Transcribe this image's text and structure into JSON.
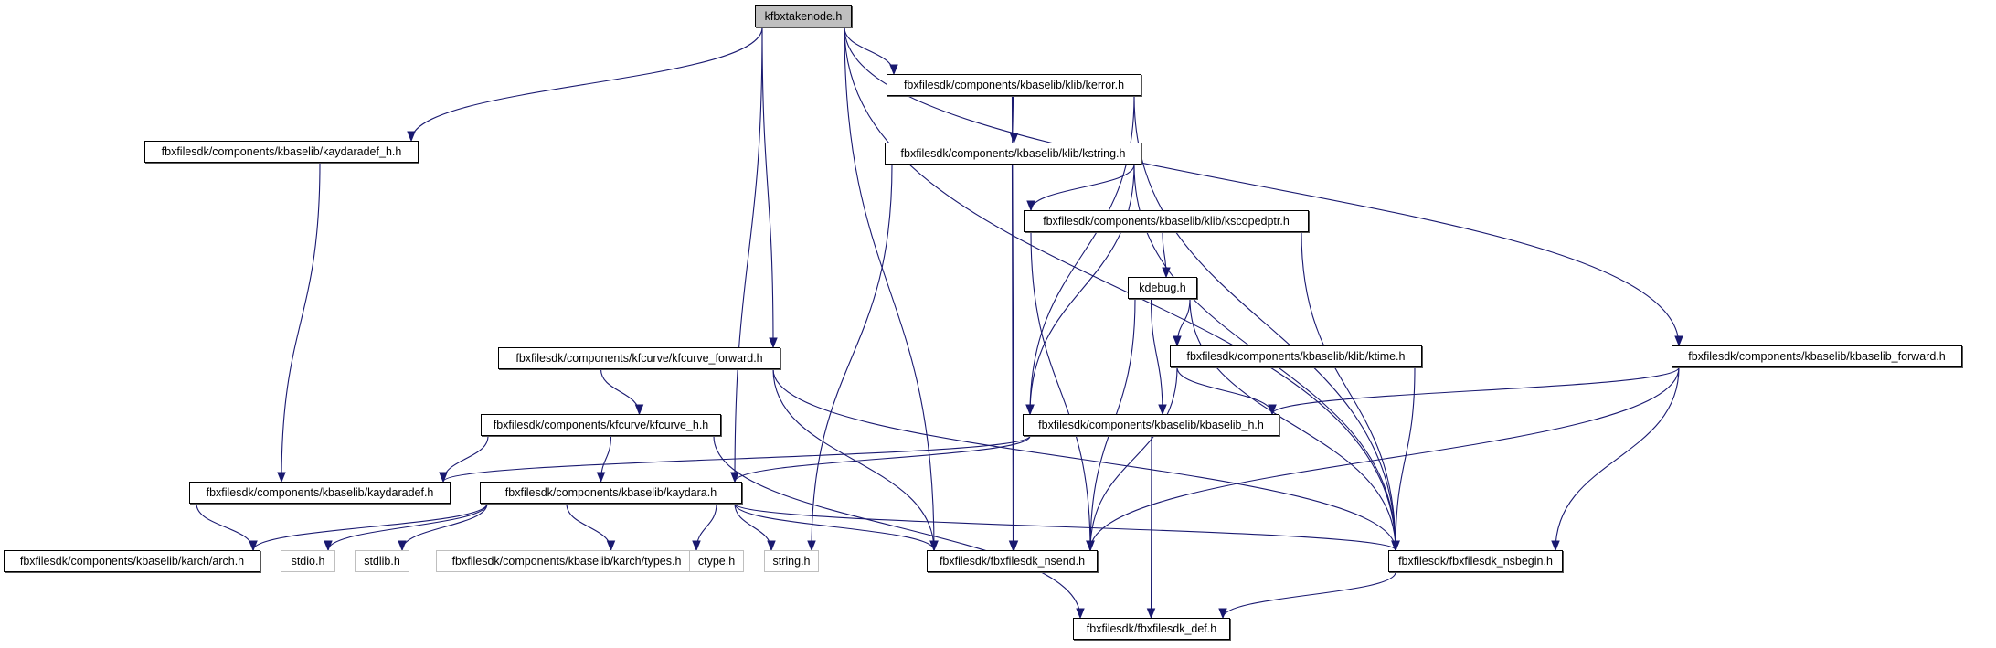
{
  "diagram": {
    "title": "kfbxtakenode.h",
    "type": "include-dependency-graph",
    "edge_color": "#191970",
    "root_fill": "#bfbfbf",
    "nodes": [
      {
        "id": "root",
        "label": "kfbxtakenode.h",
        "kind": "root"
      },
      {
        "id": "kerror",
        "label": "fbxfilesdk/components/kbaselib/klib/kerror.h",
        "kind": "doc"
      },
      {
        "id": "kaydaradef_h",
        "label": "fbxfilesdk/components/kbaselib/kaydaradef_h.h",
        "kind": "doc"
      },
      {
        "id": "kstring",
        "label": "fbxfilesdk/components/kbaselib/klib/kstring.h",
        "kind": "doc"
      },
      {
        "id": "kscopedptr",
        "label": "fbxfilesdk/components/kbaselib/klib/kscopedptr.h",
        "kind": "doc"
      },
      {
        "id": "kdebug",
        "label": "kdebug.h",
        "kind": "doc"
      },
      {
        "id": "ktime",
        "label": "fbxfilesdk/components/kbaselib/klib/ktime.h",
        "kind": "doc"
      },
      {
        "id": "kbaselib_forward",
        "label": "fbxfilesdk/components/kbaselib/kbaselib_forward.h",
        "kind": "doc"
      },
      {
        "id": "kfcurve_forward",
        "label": "fbxfilesdk/components/kfcurve/kfcurve_forward.h",
        "kind": "doc"
      },
      {
        "id": "kfcurve_h",
        "label": "fbxfilesdk/components/kfcurve/kfcurve_h.h",
        "kind": "doc"
      },
      {
        "id": "kbaselib_h",
        "label": "fbxfilesdk/components/kbaselib/kbaselib_h.h",
        "kind": "doc"
      },
      {
        "id": "kaydaradef",
        "label": "fbxfilesdk/components/kbaselib/kaydaradef.h",
        "kind": "doc"
      },
      {
        "id": "kaydara",
        "label": "fbxfilesdk/components/kbaselib/kaydara.h",
        "kind": "doc"
      },
      {
        "id": "arch",
        "label": "fbxfilesdk/components/kbaselib/karch/arch.h",
        "kind": "doc"
      },
      {
        "id": "stdio",
        "label": "stdio.h",
        "kind": "external"
      },
      {
        "id": "stdlib",
        "label": "stdlib.h",
        "kind": "external"
      },
      {
        "id": "types",
        "label": "fbxfilesdk/components/kbaselib/karch/types.h",
        "kind": "external"
      },
      {
        "id": "ctype",
        "label": "ctype.h",
        "kind": "external"
      },
      {
        "id": "string",
        "label": "string.h",
        "kind": "external"
      },
      {
        "id": "nsend",
        "label": "fbxfilesdk/fbxfilesdk_nsend.h",
        "kind": "doc"
      },
      {
        "id": "nsbegin",
        "label": "fbxfilesdk/fbxfilesdk_nsbegin.h",
        "kind": "doc"
      },
      {
        "id": "def",
        "label": "fbxfilesdk/fbxfilesdk_def.h",
        "kind": "doc"
      }
    ],
    "edges": [
      [
        "root",
        "kaydaradef_h"
      ],
      [
        "root",
        "kaydara"
      ],
      [
        "root",
        "kfcurve_forward"
      ],
      [
        "root",
        "nsend"
      ],
      [
        "root",
        "kerror"
      ],
      [
        "root",
        "kbaselib_forward"
      ],
      [
        "root",
        "nsbegin"
      ],
      [
        "kerror",
        "kstring"
      ],
      [
        "kerror",
        "kbaselib_h"
      ],
      [
        "kerror",
        "nsend"
      ],
      [
        "kerror",
        "nsbegin"
      ],
      [
        "kstring",
        "kscopedptr"
      ],
      [
        "kstring",
        "string"
      ],
      [
        "kstring",
        "nsend"
      ],
      [
        "kstring",
        "kbaselib_h"
      ],
      [
        "kstring",
        "nsbegin"
      ],
      [
        "kscopedptr",
        "kdebug"
      ],
      [
        "kscopedptr",
        "nsend"
      ],
      [
        "kscopedptr",
        "nsbegin"
      ],
      [
        "kdebug",
        "ktime"
      ],
      [
        "kdebug",
        "kbaselib_h"
      ],
      [
        "kdebug",
        "nsend"
      ],
      [
        "kdebug",
        "nsbegin"
      ],
      [
        "ktime",
        "kbaselib_h"
      ],
      [
        "ktime",
        "nsend"
      ],
      [
        "ktime",
        "nsbegin"
      ],
      [
        "kbaselib_forward",
        "kbaselib_h"
      ],
      [
        "kbaselib_forward",
        "nsend"
      ],
      [
        "kbaselib_forward",
        "nsbegin"
      ],
      [
        "kaydaradef_h",
        "kaydaradef"
      ],
      [
        "kfcurve_forward",
        "kfcurve_h"
      ],
      [
        "kfcurve_forward",
        "nsend"
      ],
      [
        "kfcurve_forward",
        "nsbegin"
      ],
      [
        "kfcurve_h",
        "kaydaradef"
      ],
      [
        "kfcurve_h",
        "kaydara"
      ],
      [
        "kfcurve_h",
        "def"
      ],
      [
        "kbaselib_h",
        "kaydaradef"
      ],
      [
        "kbaselib_h",
        "kaydara"
      ],
      [
        "kbaselib_h",
        "def"
      ],
      [
        "kaydaradef",
        "arch"
      ],
      [
        "kaydara",
        "arch"
      ],
      [
        "kaydara",
        "stdio"
      ],
      [
        "kaydara",
        "stdlib"
      ],
      [
        "kaydara",
        "types"
      ],
      [
        "kaydara",
        "ctype"
      ],
      [
        "kaydara",
        "string"
      ],
      [
        "kaydara",
        "nsend"
      ],
      [
        "kaydara",
        "nsbegin"
      ],
      [
        "nsbegin",
        "def"
      ]
    ]
  }
}
